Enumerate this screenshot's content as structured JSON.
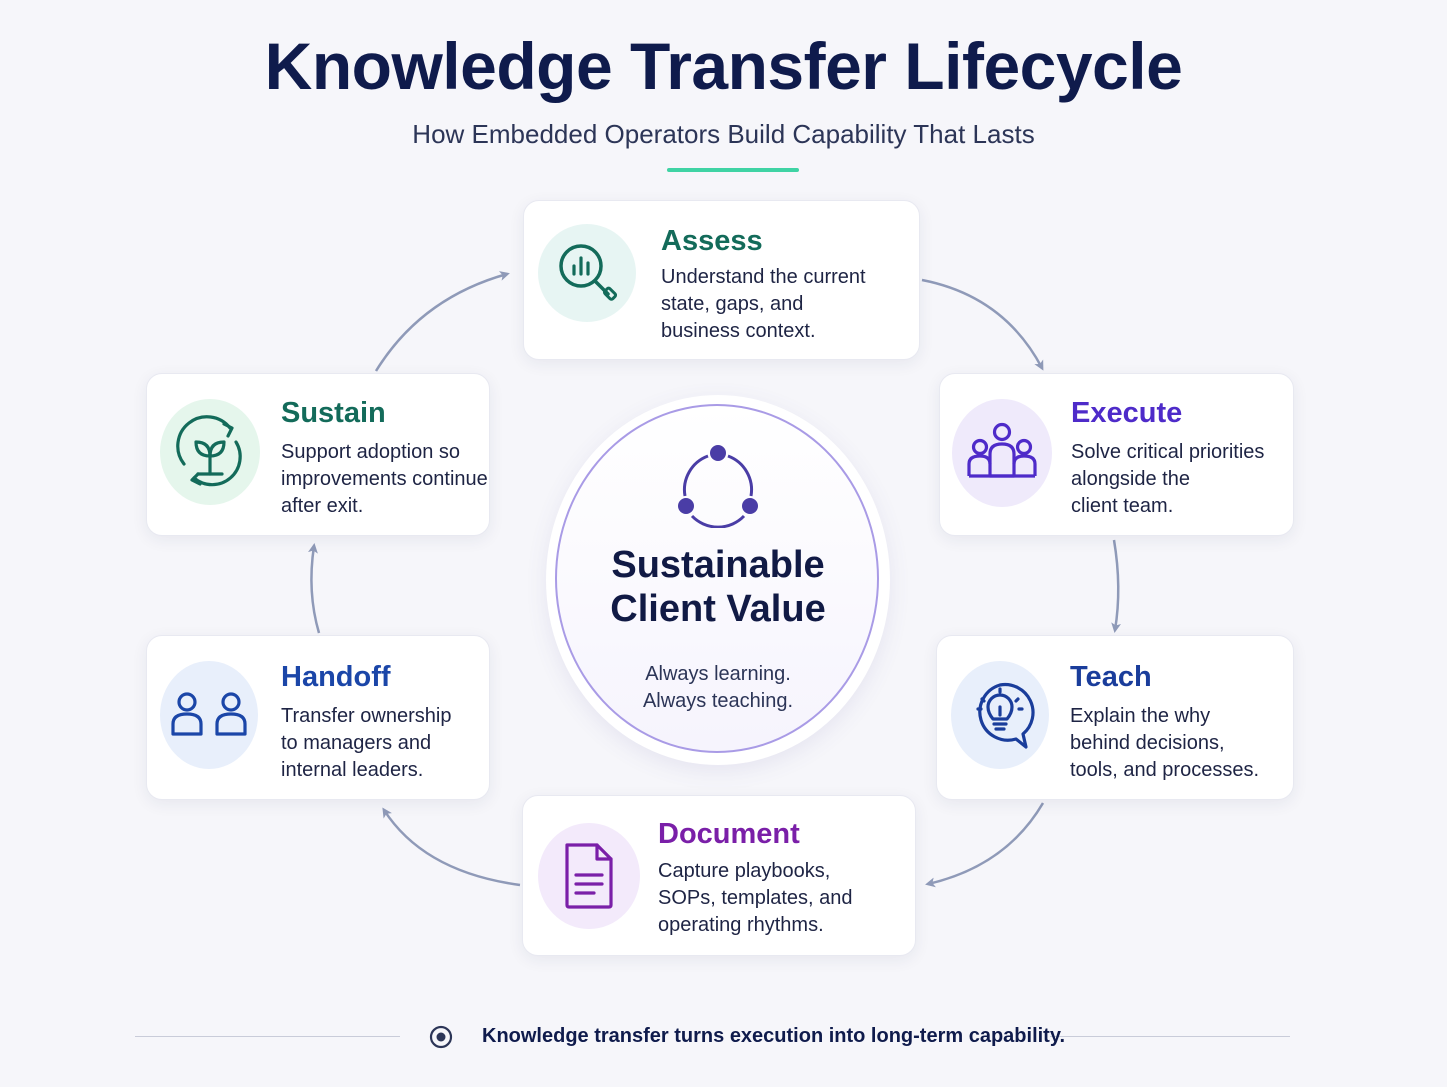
{
  "header": {
    "title": "Knowledge Transfer Lifecycle",
    "subtitle": "How Embedded Operators Build Capability That Lasts"
  },
  "center": {
    "title": "Sustainable\nClient Value",
    "subtitle": "Always learning.\nAlways teaching.",
    "icon": "cycle-nodes-icon"
  },
  "stages": [
    {
      "title": "Assess",
      "description": "Understand the current\nstate, gaps, and\nbusiness context.",
      "icon": "magnifier-chart-icon",
      "color": "#136b5a"
    },
    {
      "title": "Execute",
      "description": "Solve critical priorities\nalongside the\nclient team.",
      "icon": "team-icon",
      "color": "#4e2bc9"
    },
    {
      "title": "Teach",
      "description": "Explain the why\nbehind decisions,\ntools, and processes.",
      "icon": "lightbulb-speech-icon",
      "color": "#1a3d9b"
    },
    {
      "title": "Document",
      "description": "Capture playbooks,\nSOPs, templates, and\noperating rhythms.",
      "icon": "document-icon",
      "color": "#7a1fa8"
    },
    {
      "title": "Handoff",
      "description": "Transfer ownership\nto managers and\ninternal leaders.",
      "icon": "two-people-icon",
      "color": "#1b46a8"
    },
    {
      "title": "Sustain",
      "description": "Support adoption so\nimprovements continue\nafter exit.",
      "icon": "plant-cycle-icon",
      "color": "#136b5a"
    }
  ],
  "footer": {
    "text": "Knowledge transfer turns execution into long-term capability.",
    "icon": "target-icon"
  },
  "colors": {
    "accent_underline": "#3fd3a4",
    "arrow": "#8f9ab8",
    "center_ring": "#a99be6"
  }
}
